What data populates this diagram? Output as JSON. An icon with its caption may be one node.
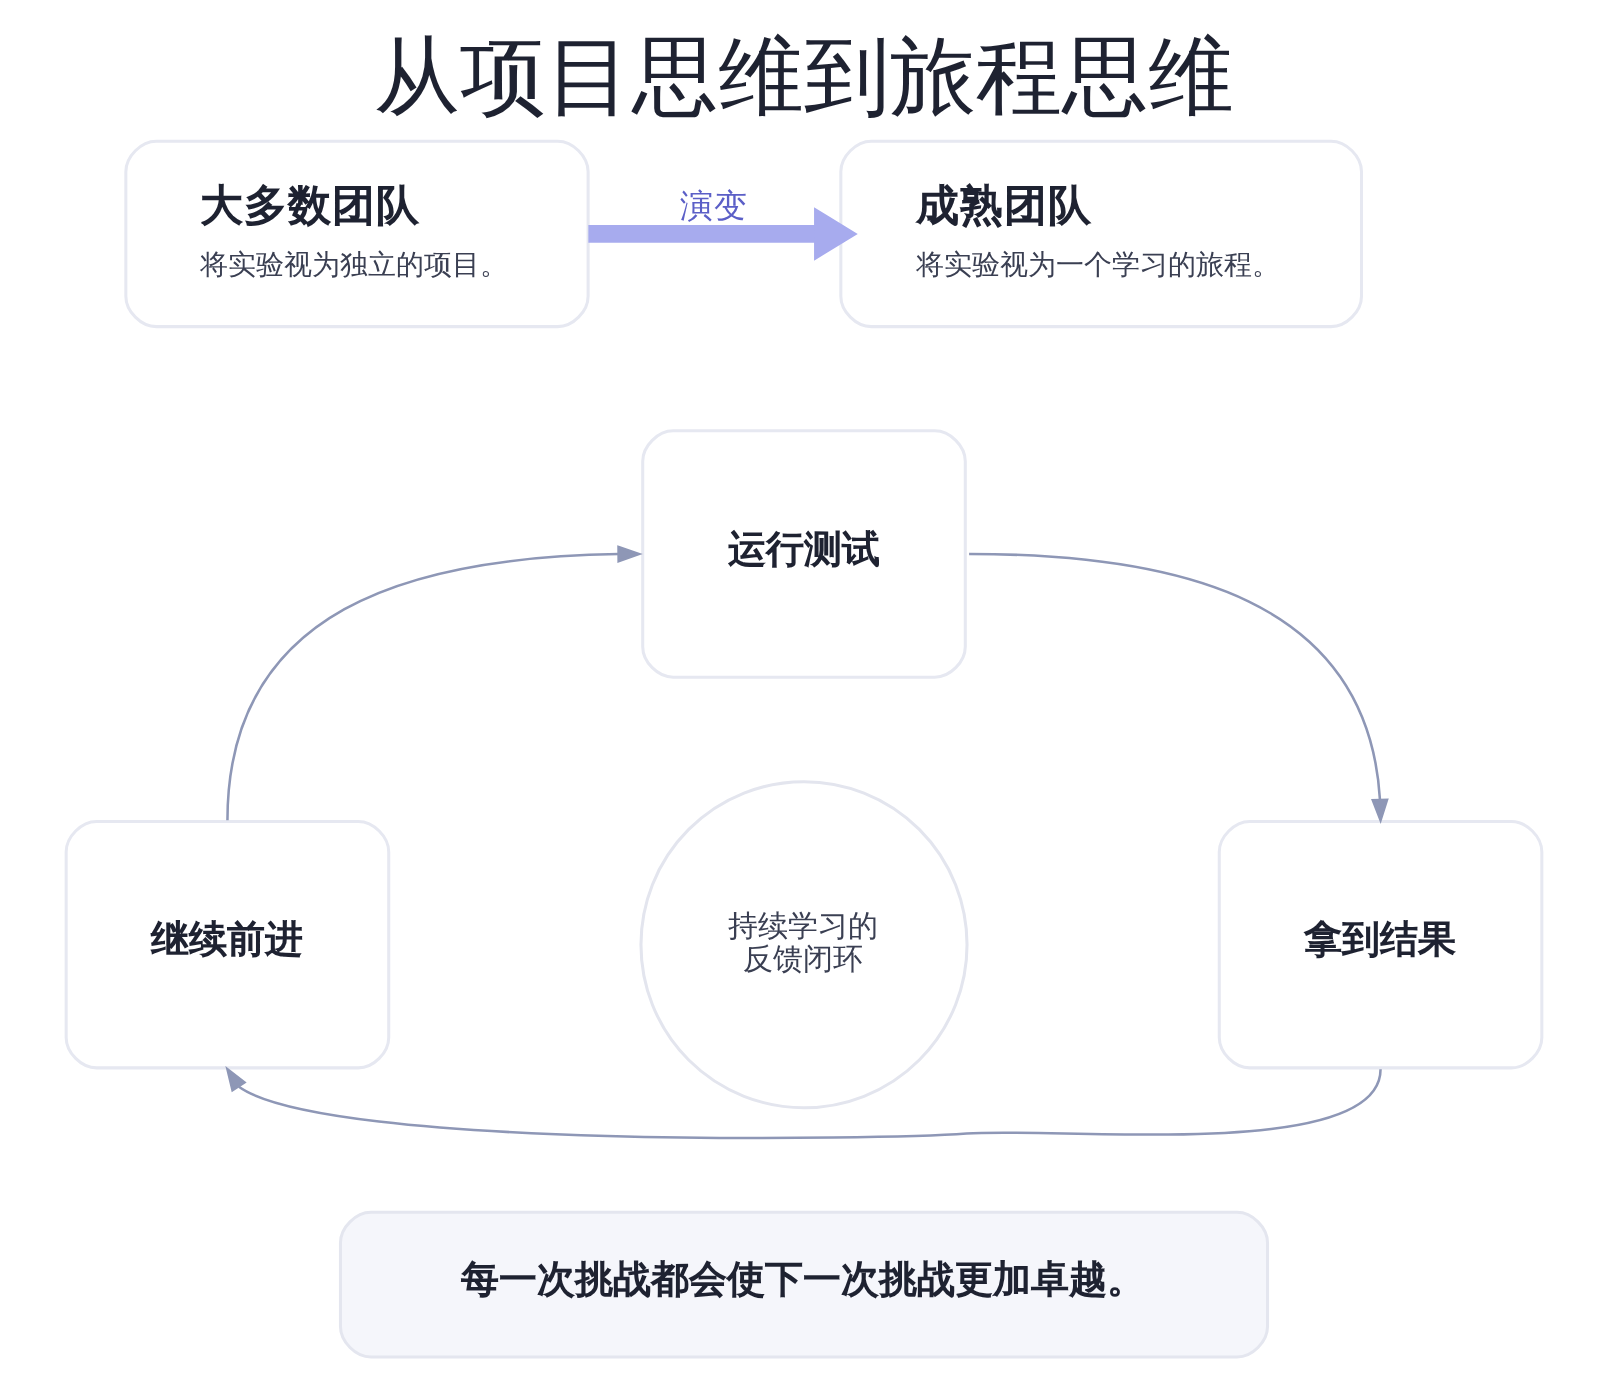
{
  "diagram": {
    "title": "从项目思维到旅程思维",
    "nodes": [
      {
        "text": [
          "大多数团队",
          "将实验视为独立的项目。"
        ]
      },
      {
        "text": [
          "成熟团队",
          "将实验视为一个学习的旅程。"
        ]
      },
      {
        "text": [
          "运行测试"
        ]
      },
      {
        "text": [
          "拿到结果"
        ]
      },
      {
        "text": [
          "继续前进"
        ]
      },
      {
        "text": [
          "持续学习的反馈闭环"
        ]
      },
      {
        "text": [
          "每一次挑战都会使下一次挑战更加卓越。"
        ]
      }
    ],
    "edges": [
      {
        "from": 0,
        "to": 1,
        "arrow": "to",
        "label": "演变",
        "style": "thick",
        "color": "#a7abee"
      },
      {
        "from": 2,
        "to": 3,
        "arrow": "to"
      },
      {
        "from": 3,
        "to": 4,
        "arrow": "to"
      },
      {
        "from": 4,
        "to": 2,
        "arrow": "to"
      }
    ]
  }
}
